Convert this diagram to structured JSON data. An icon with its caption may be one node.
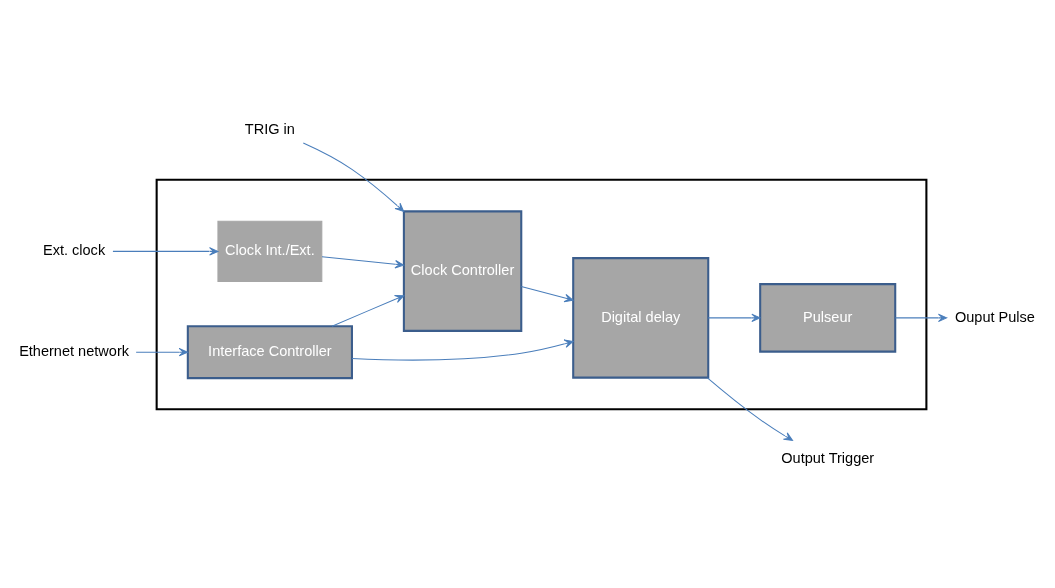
{
  "diagram": {
    "nodes": [
      {
        "text": [],
        "shape": "box"
      },
      {
        "text": [
          "Ext. clock"
        ]
      },
      {
        "text": [
          "Clock Int./Ext."
        ],
        "in": 0
      },
      {
        "text": [
          "Pulseur"
        ],
        "in": 0
      },
      {
        "text": [
          "Ouput Pulse"
        ]
      },
      {
        "text": [
          "TRIG in"
        ]
      },
      {
        "text": [
          "Clock Controller"
        ],
        "in": 0
      },
      {
        "text": [
          "Digital delay"
        ],
        "in": 0
      },
      {
        "text": [
          "Output Trigger"
        ]
      },
      {
        "text": [
          "Interface Controller"
        ],
        "in": 0
      },
      {
        "text": [
          "Ethernet network"
        ]
      }
    ],
    "edges": [
      {
        "from": 1,
        "to": 2,
        "arrow": "to"
      },
      {
        "from": 2,
        "to": 6,
        "arrow": "to"
      },
      {
        "from": 5,
        "to": 6,
        "arrow": "to"
      },
      {
        "from": 6,
        "to": 7,
        "arrow": "to"
      },
      {
        "from": 7,
        "to": 3,
        "arrow": "to"
      },
      {
        "from": 3,
        "to": 4,
        "arrow": "to"
      },
      {
        "from": 7,
        "to": 8,
        "arrow": "to"
      },
      {
        "from": 9,
        "to": 6,
        "arrow": "to"
      },
      {
        "from": 9,
        "to": 7,
        "arrow": "to"
      },
      {
        "from": 10,
        "to": 9,
        "arrow": "to"
      }
    ]
  }
}
